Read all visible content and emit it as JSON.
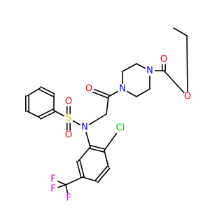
{
  "colors": {
    "bond": "#000000",
    "O": "#ff0000",
    "N": "#0000ff",
    "S": "#cccc00",
    "Cl": "#00cc00",
    "F": "#cc00cc"
  },
  "atoms": [
    {
      "id": "o_carbonyl_ester",
      "label": "O",
      "element": "O"
    },
    {
      "id": "o_ether_ester",
      "label": "O",
      "element": "O"
    },
    {
      "id": "n_piperazine_top",
      "label": "N",
      "element": "N"
    },
    {
      "id": "n_piperazine_bottom",
      "label": "N",
      "element": "N"
    },
    {
      "id": "o_amide",
      "label": "O",
      "element": "O"
    },
    {
      "id": "s_sulfonyl",
      "label": "S",
      "element": "S"
    },
    {
      "id": "o_sulfonyl_top",
      "label": "O",
      "element": "O"
    },
    {
      "id": "o_sulfonyl_bottom",
      "label": "O",
      "element": "O"
    },
    {
      "id": "n_sulfonamide",
      "label": "N",
      "element": "N"
    },
    {
      "id": "cl_aryl",
      "label": "Cl",
      "element": "Cl"
    },
    {
      "id": "f_1",
      "label": "F",
      "element": "F"
    },
    {
      "id": "f_2",
      "label": "F",
      "element": "F"
    },
    {
      "id": "f_3",
      "label": "F",
      "element": "F"
    }
  ]
}
